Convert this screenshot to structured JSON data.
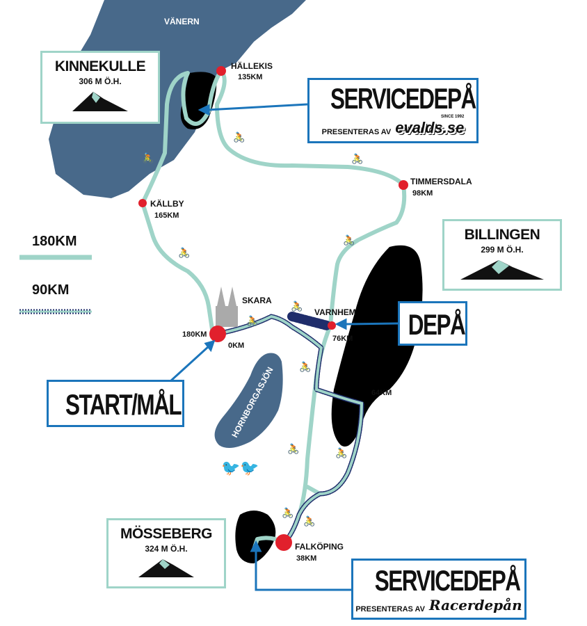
{
  "water": {
    "vanern": "VÄNERN",
    "hornborgasjon": "HORNBORGASJÖN"
  },
  "places": [
    {
      "name": "HÄLLEKIS",
      "km": "135KM"
    },
    {
      "name": "TIMMERSDALA",
      "km": "98KM"
    },
    {
      "name": "KÄLLBY",
      "km": "165KM"
    },
    {
      "name": "SKARA",
      "km_start": "0KM",
      "km_end": "180KM"
    },
    {
      "name": "VARNHEM",
      "km": "76KM"
    },
    {
      "name": "FALKÖPING",
      "km": "38KM"
    },
    {
      "name": "",
      "km": "64KM"
    }
  ],
  "mountains": [
    {
      "name": "KINNEKULLE",
      "height": "306 M Ö.H."
    },
    {
      "name": "BILLINGEN",
      "height": "299 M Ö.H."
    },
    {
      "name": "MÖSSEBERG",
      "height": "324 M Ö.H."
    }
  ],
  "callouts": {
    "service1": {
      "title": "SERVICEDEPÅ",
      "presented": "PRESENTERAS AV",
      "brand": "evalds.se",
      "since": "SINCE 1992"
    },
    "service2": {
      "title": "SERVICEDEPÅ",
      "presented": "PRESENTERAS AV",
      "brand": "Racerdepån"
    },
    "depa": "DEPÅ",
    "start": "START/MÅL"
  },
  "legend": [
    {
      "label": "180KM",
      "style": "solid"
    },
    {
      "label": "90KM",
      "style": "dotted"
    }
  ],
  "colors": {
    "water": "#48698a",
    "route": "#9fd4c8",
    "stop": "#e1202c",
    "callout": "#1b75bb",
    "dots": "#1f2d6b"
  }
}
